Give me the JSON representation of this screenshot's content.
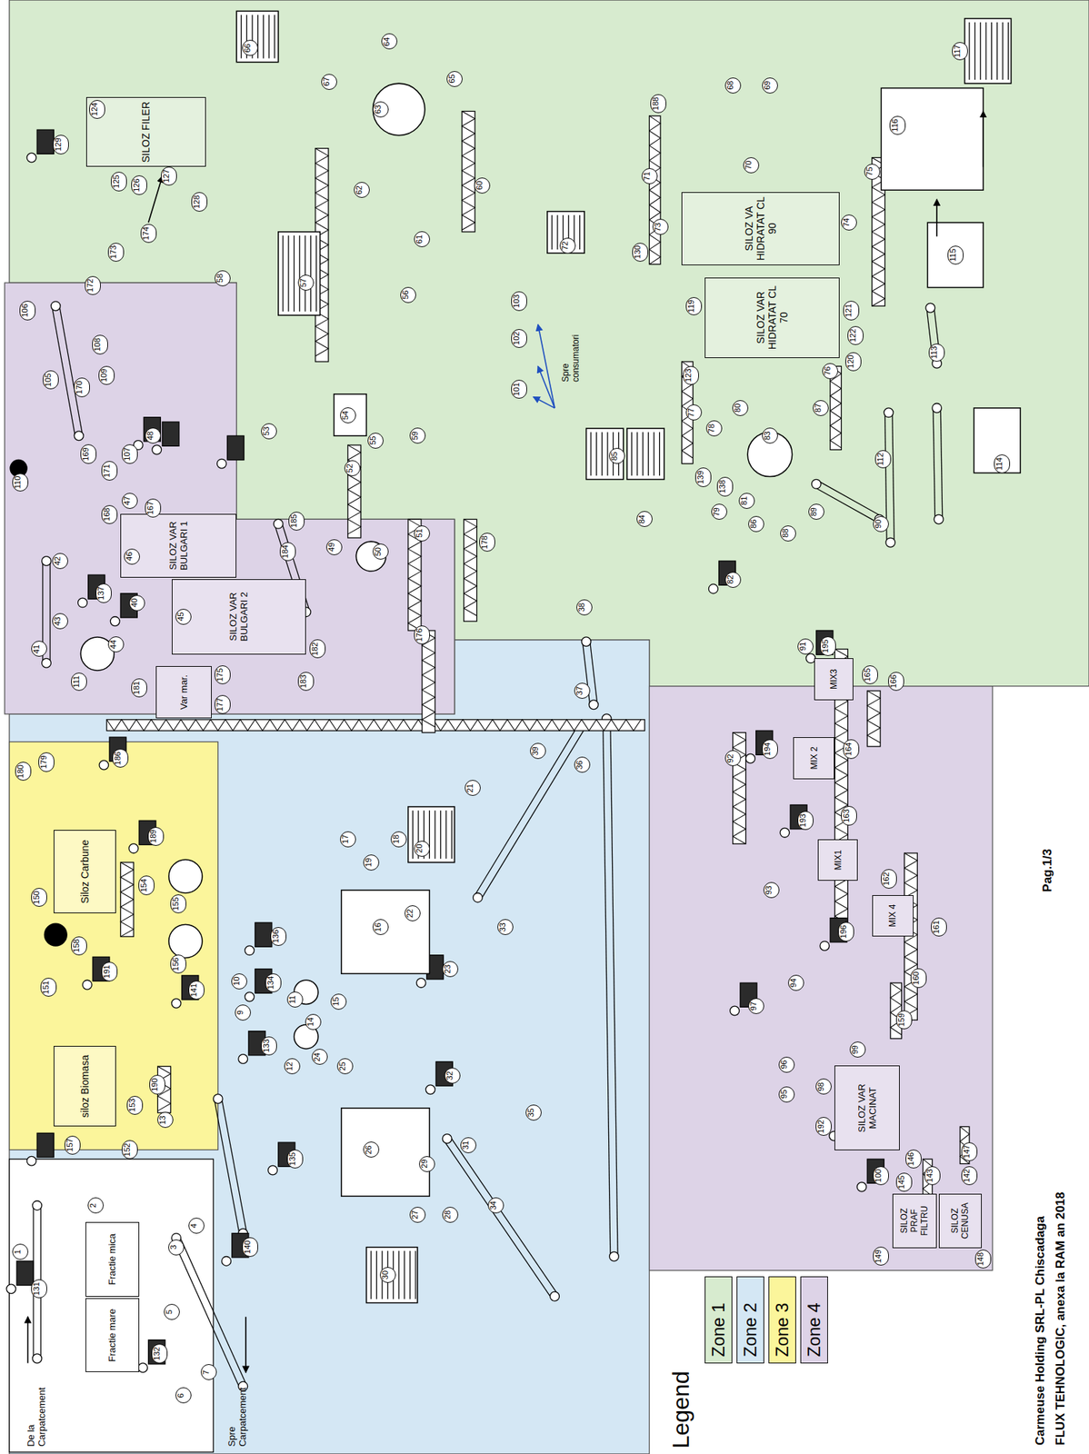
{
  "diagram": {
    "title": "Carmeuse Holding SRL-PL Chiscadaga",
    "caption": "FLUX TEHNOLOGIC, anexa la RAM an 2018",
    "nodes": [
      {
        "text": [
          "SILOZ FILER"
        ]
      },
      {
        "text": [
          "SILOZ VA HIDRATAT CL 90"
        ]
      },
      {
        "text": [
          "SILOZ VAR HIDRATAT CL 70"
        ]
      },
      {
        "text": [
          "SILOZ VAR BULGARI 1"
        ]
      },
      {
        "text": [
          "SILOZ VAR BULGARI 2"
        ]
      },
      {
        "text": [
          "Var mar."
        ]
      },
      {
        "text": [
          "Siloz Carbune"
        ]
      },
      {
        "text": [
          "siloz Biomasa"
        ]
      },
      {
        "text": [
          "MIX3"
        ]
      },
      {
        "text": [
          "MIX 2"
        ]
      },
      {
        "text": [
          "MIX1"
        ]
      },
      {
        "text": [
          "MIX 4"
        ]
      },
      {
        "text": [
          "SILOZ VAR MACINAT"
        ]
      },
      {
        "text": [
          "SILOZ PRAF FILTRU"
        ]
      },
      {
        "text": [
          "SILOZ CENUSA"
        ]
      },
      {
        "text": [
          "Fractie mica"
        ]
      },
      {
        "text": [
          "Fractie mare"
        ]
      }
    ],
    "labels": [
      "Legend",
      "Pag.1/3",
      "De la Carpatcement",
      "Spre Carpatcement",
      "Spre consumatori",
      "129",
      "124",
      "125",
      "126",
      "127",
      "128",
      "174",
      "173",
      "172",
      "66",
      "67",
      "64",
      "63",
      "65",
      "62",
      "60",
      "61",
      "57",
      "58",
      "56",
      "54",
      "55",
      "59",
      "53",
      "52",
      "68",
      "69",
      "188",
      "70",
      "71",
      "72",
      "73",
      "130",
      "74",
      "75",
      "116",
      "117",
      "115",
      "113",
      "114",
      "112",
      "90",
      "89",
      "88",
      "86",
      "83",
      "87",
      "80",
      "78",
      "77",
      "76",
      "122",
      "120",
      "121",
      "119",
      "123",
      "101",
      "102",
      "103",
      "85",
      "84",
      "139",
      "138",
      "79",
      "81",
      "82",
      "38",
      "37",
      "91",
      "195",
      "106",
      "105",
      "110",
      "108",
      "109",
      "170",
      "169",
      "171",
      "107",
      "48",
      "47",
      "168",
      "167",
      "46",
      "42",
      "43",
      "41",
      "137",
      "40",
      "45",
      "44",
      "111",
      "181",
      "175",
      "177",
      "182",
      "183",
      "184",
      "185",
      "49",
      "50",
      "51",
      "178",
      "176",
      "21",
      "20",
      "17",
      "19",
      "18",
      "22",
      "16",
      "136",
      "23",
      "33",
      "36",
      "39",
      "35",
      "134",
      "10",
      "9",
      "11",
      "14",
      "15",
      "133",
      "12",
      "24",
      "25",
      "135",
      "26",
      "29",
      "27",
      "28",
      "31",
      "32",
      "34",
      "30",
      "140",
      "1",
      "131",
      "2",
      "3",
      "4",
      "5",
      "132",
      "6",
      "7",
      "180",
      "179",
      "186",
      "150",
      "154",
      "155",
      "189",
      "158",
      "151",
      "191",
      "156",
      "141",
      "190",
      "153",
      "13",
      "157",
      "152",
      "92",
      "194",
      "164",
      "165",
      "166",
      "163",
      "193",
      "162",
      "196",
      "159",
      "160",
      "161",
      "97",
      "93",
      "94",
      "96",
      "95",
      "99",
      "98",
      "192",
      "100",
      "145",
      "146",
      "143",
      "142",
      "147",
      "149",
      "148"
    ],
    "legend": [
      {
        "text": "Zone 1",
        "color": "#d7ebcf"
      },
      {
        "text": "Zone 2",
        "color": "#d4e7f4"
      },
      {
        "text": "Zone 3",
        "color": "#fbf59b"
      },
      {
        "text": "Zone 4",
        "color": "#ddd3e7"
      }
    ]
  }
}
